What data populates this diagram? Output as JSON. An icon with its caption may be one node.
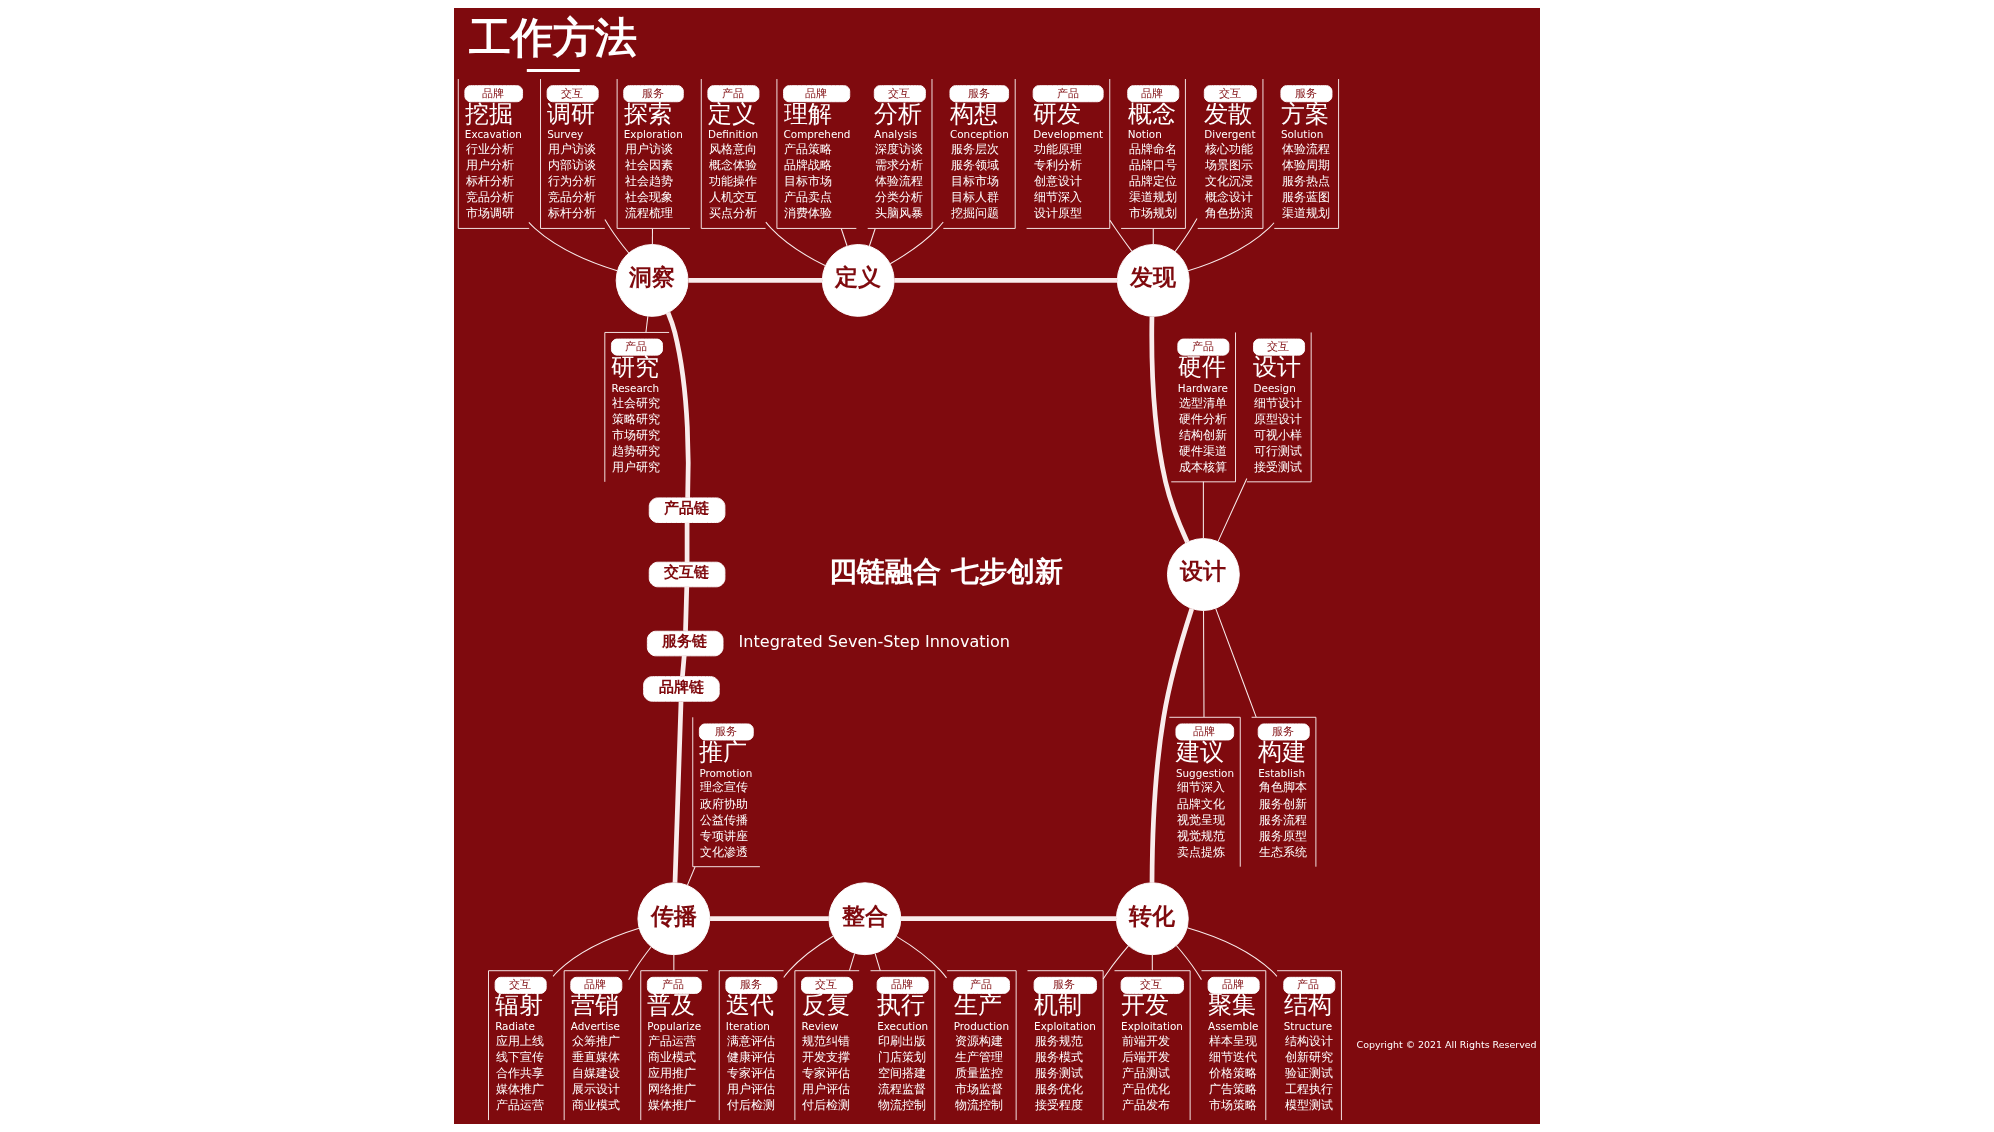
{
  "diagram": {
    "title": "工作方法",
    "nodes": [
      {
        "text": [
          "品牌",
          "挖掘",
          "Excavation",
          "行业分析",
          "用户分析",
          "标杆分析",
          "竞品分析",
          "市场调研"
        ]
      },
      {
        "text": [
          "交互",
          "调研",
          "Survey",
          "用户访谈",
          "内部访谈",
          "行为分析",
          "竞品分析",
          "标杆分析"
        ]
      },
      {
        "text": [
          "服务",
          "探索",
          "Exploration",
          "用户访谈",
          "社会因素",
          "社会趋势",
          "社会现象",
          "流程梳理"
        ]
      },
      {
        "text": [
          "产品",
          "定义",
          "Definition",
          "风格意向",
          "概念体验",
          "功能操作",
          "人机交互",
          "买点分析"
        ]
      },
      {
        "text": [
          "品牌",
          "理解",
          "Comprehend",
          "产品策略",
          "品牌战略",
          "目标市场",
          "产品卖点",
          "消费体验"
        ]
      },
      {
        "text": [
          "交互",
          "分析",
          "Analysis",
          "深度访谈",
          "需求分析",
          "体验流程",
          "分类分析",
          "头脑风暴"
        ]
      },
      {
        "text": [
          "服务",
          "构想",
          "Conception",
          "服务层次",
          "服务领域",
          "目标市场",
          "目标人群",
          "挖掘问题"
        ]
      },
      {
        "text": [
          "产品",
          "研发",
          "Development",
          "功能原理",
          "专利分析",
          "创意设计",
          "细节深入",
          "设计原型"
        ]
      },
      {
        "text": [
          "品牌",
          "概念",
          "Notion",
          "品牌命名",
          "品牌口号",
          "品牌定位",
          "渠道规划",
          "市场规划"
        ]
      },
      {
        "text": [
          "交互",
          "发散",
          "Divergent",
          "核心功能",
          "场景图示",
          "文化沉浸",
          "概念设计",
          "角色扮演"
        ]
      },
      {
        "text": [
          "服务",
          "方案",
          "Solution",
          "体验流程",
          "体验周期",
          "服务热点",
          "服务蓝图",
          "渠道规划"
        ]
      },
      {
        "text": [
          "产品",
          "研究",
          "Research",
          "社会研究",
          "策略研究",
          "市场研究",
          "趋势研究",
          "用户研究"
        ]
      },
      {
        "text": [
          "洞察"
        ]
      },
      {
        "text": [
          "定义"
        ]
      },
      {
        "text": [
          "发现"
        ]
      },
      {
        "text": [
          "产品",
          "硬件",
          "Hardware",
          "选型清单",
          "硬件分析",
          "结构创新",
          "硬件渠道",
          "成本核算"
        ]
      },
      {
        "text": [
          "交互",
          "设计",
          "Deesign",
          "细节设计",
          "原型设计",
          "可视小样",
          "可行测试",
          "接受测试"
        ]
      },
      {
        "text": [
          "产品链"
        ]
      },
      {
        "text": [
          "交互链"
        ]
      },
      {
        "text": [
          "设计"
        ]
      },
      {
        "text": [
          "服务链"
        ]
      },
      {
        "text": [
          "品牌链"
        ]
      },
      {
        "text": [
          "服务",
          "推广",
          "Promotion",
          "理念宣传",
          "政府协助",
          "公益传播",
          "专项讲座",
          "文化渗透"
        ]
      },
      {
        "text": [
          "品牌",
          "建议",
          "Suggestion",
          "细节深入",
          "品牌文化",
          "视觉呈现",
          "视觉规范",
          "卖点提炼"
        ]
      },
      {
        "text": [
          "服务",
          "构建",
          "Establish",
          "角色脚本",
          "服务创新",
          "服务流程",
          "服务原型",
          "生态系统"
        ]
      },
      {
        "text": [
          "传播"
        ]
      },
      {
        "text": [
          "整合"
        ]
      },
      {
        "text": [
          "转化"
        ]
      },
      {
        "text": [
          "交互",
          "辐射",
          "Radiate",
          "应用上线",
          "线下宣传",
          "合作共享",
          "媒体推广",
          "产品运营"
        ]
      },
      {
        "text": [
          "品牌",
          "营销",
          "Advertise",
          "众筹推广",
          "垂直媒体",
          "自媒建设",
          "展示设计",
          "商业模式"
        ]
      },
      {
        "text": [
          "产品",
          "普及",
          "Popularize",
          "产品运营",
          "商业模式",
          "应用推广",
          "网络推广",
          "媒体推广"
        ]
      },
      {
        "text": [
          "服务",
          "迭代",
          "Iteration",
          "满意评估",
          "健康评估",
          "专家评估",
          "用户评估",
          "付后检测"
        ]
      },
      {
        "text": [
          "交互",
          "反复",
          "Review",
          "规范纠错",
          "开发支撑",
          "专家评估",
          "用户评估",
          "付后检测"
        ]
      },
      {
        "text": [
          "品牌",
          "执行",
          "Execution",
          "印刷出版",
          "门店策划",
          "空间搭建",
          "流程监督",
          "物流控制"
        ]
      },
      {
        "text": [
          "产品",
          "生产",
          "Production",
          "资源构建",
          "生产管理",
          "质量监控",
          "市场监督",
          "物流控制"
        ]
      },
      {
        "text": [
          "服务",
          "机制",
          "Exploitation",
          "服务规范",
          "服务模式",
          "服务测试",
          "服务优化",
          "接受程度"
        ]
      },
      {
        "text": [
          "交互",
          "开发",
          "Exploitation",
          "前端开发",
          "后端开发",
          "产品测试",
          "产品优化",
          "产品发布"
        ]
      },
      {
        "text": [
          "品牌",
          "聚集",
          "Assemble",
          "样本呈现",
          "细节迭代",
          "价格策略",
          "广告策略",
          "市场策略"
        ]
      },
      {
        "text": [
          "产品",
          "结构",
          "Structure",
          "结构设计",
          "创新研究",
          "验证测试",
          "工程执行",
          "模型测试"
        ]
      }
    ],
    "edges": [
      {
        "from": 0,
        "to": 12,
        "arrow": "none"
      },
      {
        "from": 1,
        "to": 12,
        "arrow": "none"
      },
      {
        "from": 2,
        "to": 12,
        "arrow": "none"
      },
      {
        "from": 12,
        "to": 11,
        "arrow": "none"
      },
      {
        "from": 12,
        "to": 13,
        "arrow": "none",
        "style": "thick"
      },
      {
        "from": 13,
        "to": 14,
        "arrow": "none",
        "style": "thick"
      },
      {
        "from": 14,
        "to": 19,
        "arrow": "none",
        "style": "thick"
      },
      {
        "from": 19,
        "to": 27,
        "arrow": "none",
        "style": "thick"
      },
      {
        "from": 26,
        "to": 27,
        "arrow": "none",
        "style": "thick"
      },
      {
        "from": 25,
        "to": 26,
        "arrow": "none",
        "style": "thick"
      },
      {
        "from": 12,
        "to": 17,
        "arrow": "none",
        "style": "thick"
      },
      {
        "from": 17,
        "to": 18,
        "arrow": "none",
        "style": "thick"
      },
      {
        "from": 18,
        "to": 20,
        "arrow": "none",
        "style": "thick"
      },
      {
        "from": 20,
        "to": 21,
        "arrow": "none",
        "style": "thick"
      },
      {
        "from": 21,
        "to": 25,
        "arrow": "none",
        "style": "thick"
      },
      {
        "from": 3,
        "to": 13,
        "arrow": "none"
      },
      {
        "from": 4,
        "to": 13,
        "arrow": "none"
      },
      {
        "from": 5,
        "to": 13,
        "arrow": "none"
      },
      {
        "from": 6,
        "to": 13,
        "arrow": "none"
      },
      {
        "from": 7,
        "to": 14,
        "arrow": "none"
      },
      {
        "from": 8,
        "to": 14,
        "arrow": "none"
      },
      {
        "from": 9,
        "to": 14,
        "arrow": "none"
      },
      {
        "from": 10,
        "to": 14,
        "arrow": "none"
      },
      {
        "from": 15,
        "to": 19,
        "arrow": "none"
      },
      {
        "from": 16,
        "to": 19,
        "arrow": "none"
      },
      {
        "from": 19,
        "to": 23,
        "arrow": "none"
      },
      {
        "from": 19,
        "to": 24,
        "arrow": "none"
      },
      {
        "from": 22,
        "to": 25,
        "arrow": "none"
      },
      {
        "from": 25,
        "to": 28,
        "arrow": "none"
      },
      {
        "from": 25,
        "to": 29,
        "arrow": "none"
      },
      {
        "from": 25,
        "to": 30,
        "arrow": "none"
      },
      {
        "from": 26,
        "to": 31,
        "arrow": "none"
      },
      {
        "from": 26,
        "to": 32,
        "arrow": "none"
      },
      {
        "from": 26,
        "to": 33,
        "arrow": "none"
      },
      {
        "from": 26,
        "to": 34,
        "arrow": "none"
      },
      {
        "from": 27,
        "to": 35,
        "arrow": "none"
      },
      {
        "from": 27,
        "to": 36,
        "arrow": "none"
      },
      {
        "from": 27,
        "to": 37,
        "arrow": "none"
      },
      {
        "from": 27,
        "to": 38,
        "arrow": "none"
      }
    ],
    "labels": [
      "四链融合 七步创新",
      "Integrated Seven-Step Innovation",
      "Copyright © 2021 All Rights Reserved"
    ]
  }
}
